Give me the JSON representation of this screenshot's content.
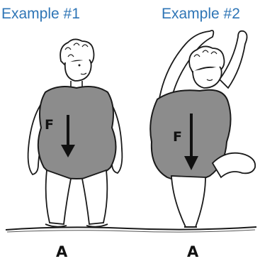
{
  "examples": [
    {
      "title": "Example #1",
      "force_label": "F",
      "point_label": "A"
    },
    {
      "title": "Example #2",
      "force_label": "F",
      "point_label": "A"
    }
  ],
  "colors": {
    "title": "#2e75b6",
    "body_fill": "#8c8c8c",
    "outline": "#1a1a1a"
  }
}
